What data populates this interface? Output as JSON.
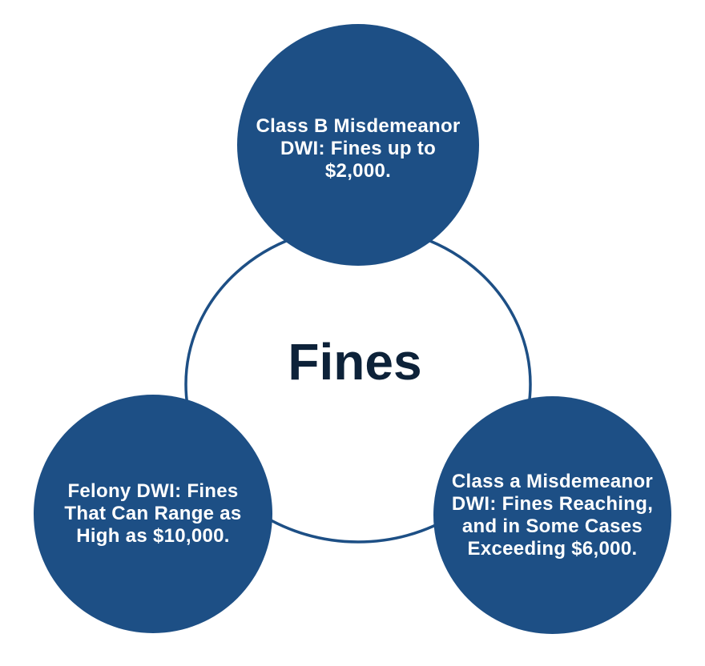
{
  "theme": {
    "background": "#ffffff",
    "circle_fill": "#1d4f85",
    "ring_stroke": "#1d4f85",
    "circle_text": "#ffffff",
    "title_color": "#0d2239"
  },
  "diagram": {
    "type": "cycle-diagram",
    "center_label": "Fines",
    "nodes": [
      {
        "position": "top",
        "lines": [
          "Class B Misdemeanor",
          "DWI: Fines up to",
          "$2,000."
        ]
      },
      {
        "position": "bottom-left",
        "lines": [
          "Felony DWI: Fines",
          "That Can Range as",
          "High as $10,000."
        ]
      },
      {
        "position": "bottom-right",
        "lines": [
          "Class a Misdemeanor",
          "DWI: Fines Reaching,",
          "and in Some Cases",
          "Exceeding $6,000."
        ]
      }
    ]
  }
}
